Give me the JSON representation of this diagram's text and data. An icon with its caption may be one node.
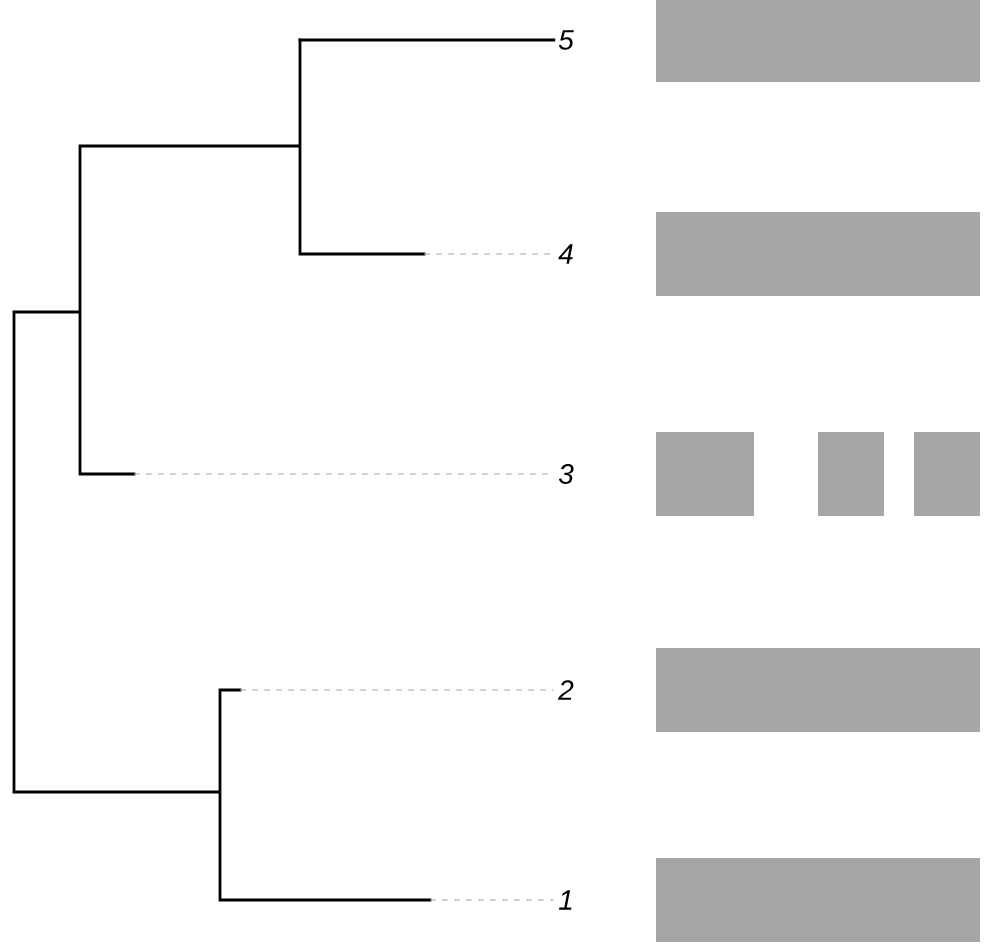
{
  "diagram": {
    "nodes": [
      {
        "text": [
          "5"
        ]
      },
      {
        "text": [
          "4"
        ]
      },
      {
        "text": [
          "3"
        ]
      },
      {
        "text": [
          "2"
        ]
      },
      {
        "text": [
          "1"
        ]
      }
    ],
    "edges": [
      {
        "from": null,
        "to": 0,
        "arrow": "none",
        "color": "#000000"
      },
      {
        "from": null,
        "to": 1,
        "arrow": "none",
        "style": "dashed"
      },
      {
        "from": null,
        "to": 2,
        "arrow": "none",
        "style": "dashed"
      },
      {
        "from": null,
        "to": 3,
        "arrow": "none",
        "style": "dashed"
      },
      {
        "from": null,
        "to": 4,
        "arrow": "none",
        "style": "dashed"
      }
    ]
  }
}
